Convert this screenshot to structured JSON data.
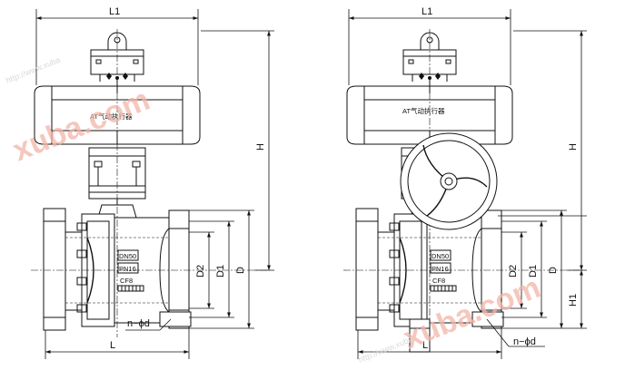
{
  "left_view": {
    "width_dimension": "L1",
    "height_dimension": "H",
    "actuator_label": "AT气动执行器",
    "body_marks": {
      "size": "DN50",
      "pressure": "PN16",
      "material": "CF8"
    },
    "dimension_labels": {
      "d2": "D2",
      "d1": "D1",
      "d": "D",
      "length": "L"
    },
    "bolt_note": "n−ϕd"
  },
  "right_view": {
    "width_dimension": "L1",
    "height_dimension": "H",
    "handwheel_height_dimension": "H1",
    "actuator_label": "AT气动执行器",
    "body_marks": {
      "size": "DN50",
      "pressure": "PN16",
      "material": "CF8"
    },
    "dimension_labels": {
      "d2": "D2",
      "d1": "D1",
      "d": "D",
      "length": "L"
    },
    "bolt_note": "n−ϕd"
  },
  "watermark": {
    "text": "xuba.com",
    "small_text": "http://www.xuba"
  }
}
